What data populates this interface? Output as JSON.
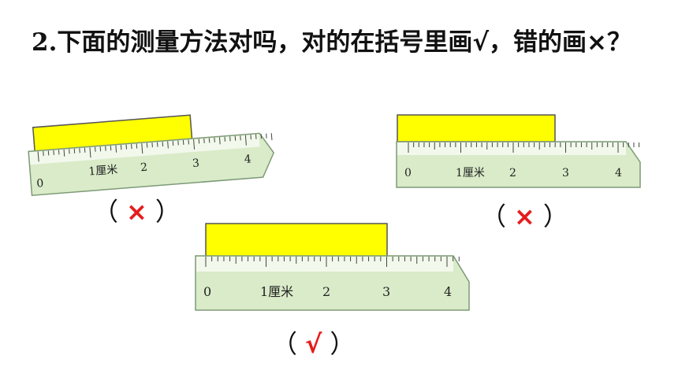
{
  "question": {
    "number": "2.",
    "text": "下面的测量方法对吗，对的在括号里画√，错的画×？"
  },
  "colors": {
    "ruler_fill": "#d9ebc8",
    "ruler_top": "#f3f8ec",
    "ruler_border": "#7e9a78",
    "object_fill": "#ffff00",
    "mark_color": "#e51c1c"
  },
  "rulers": [
    {
      "id": "tilted",
      "labels": [
        "0",
        "1厘米",
        "2",
        "3",
        "4"
      ],
      "answer": {
        "open": "（",
        "mark": "×",
        "close": "）",
        "icon": "cross-icon"
      }
    },
    {
      "id": "right",
      "labels": [
        "0",
        "1厘米",
        "2",
        "3",
        "4"
      ],
      "answer": {
        "open": "（",
        "mark": "×",
        "close": "）",
        "icon": "cross-icon"
      }
    },
    {
      "id": "center",
      "labels": [
        "0",
        "1厘米",
        "2",
        "3",
        "4"
      ],
      "answer": {
        "open": "（",
        "mark": "√",
        "close": "）",
        "icon": "check-icon"
      }
    }
  ]
}
